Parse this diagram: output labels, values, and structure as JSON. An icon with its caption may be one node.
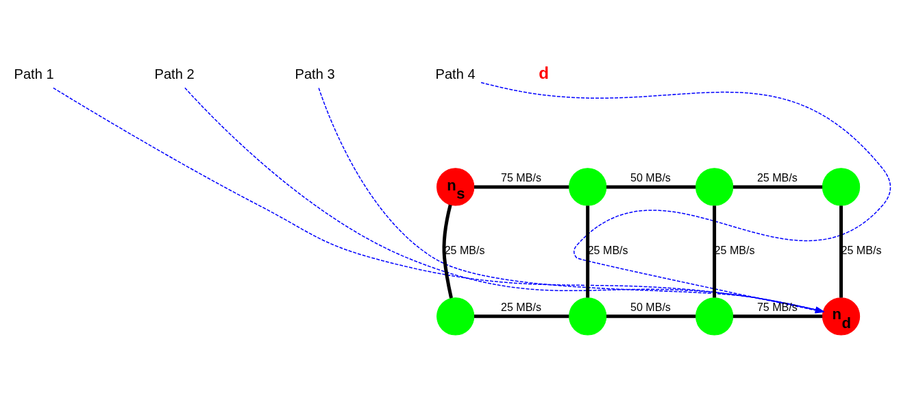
{
  "diagram": {
    "nodes": [
      {
        "text": [
          "n$_{s}$"
        ]
      },
      {
        "text": [],
        "shape": "circle"
      },
      {
        "text": [],
        "shape": "circle"
      },
      {
        "text": [],
        "shape": "circle"
      },
      {
        "text": [],
        "shape": "circle"
      },
      {
        "text": [],
        "shape": "circle"
      },
      {
        "text": [],
        "shape": "circle"
      },
      {
        "text": [
          "n$_{d}$"
        ]
      },
      {
        "text": [
          "Path 1"
        ]
      },
      {
        "text": [
          "Path 2"
        ]
      },
      {
        "text": [
          "Path 3"
        ]
      },
      {
        "text": [
          "Path 4"
        ]
      }
    ],
    "edges": [
      {
        "from": 0,
        "to": 1,
        "arrow": "none",
        "label": "75 MB/s"
      },
      {
        "from": 1,
        "to": 2,
        "arrow": "none",
        "label": "50 MB/s"
      },
      {
        "from": 2,
        "to": 3,
        "arrow": "none",
        "label": "25 MB/s"
      },
      {
        "from": 0,
        "to": 4,
        "arrow": "none",
        "label": "25 MB/s"
      },
      {
        "from": 1,
        "to": 5,
        "arrow": "none",
        "label": "25 MB/s"
      },
      {
        "from": 2,
        "to": 6,
        "arrow": "none",
        "label": "25 MB/s"
      },
      {
        "from": 3,
        "to": 7,
        "arrow": "none",
        "label": "25 MB/s"
      },
      {
        "from": 4,
        "to": 5,
        "arrow": "none",
        "label": "25 MB/s"
      },
      {
        "from": 5,
        "to": 6,
        "arrow": "none",
        "label": "50 MB/s"
      },
      {
        "from": 6,
        "to": 7,
        "arrow": "none",
        "label": "75 MB/s"
      },
      {
        "from": 8,
        "to": 7,
        "arrow": "to",
        "style": "dashed",
        "color": "#0000ff"
      },
      {
        "from": 9,
        "to": 7,
        "arrow": "to",
        "style": "dashed",
        "color": "#0000ff"
      },
      {
        "from": 10,
        "to": 7,
        "arrow": "to",
        "style": "dashed",
        "color": "#0000ff"
      },
      {
        "from": 11,
        "to": 7,
        "arrow": "to",
        "style": "dashed",
        "color": "#0000ff"
      }
    ],
    "labels": [
      "d"
    ]
  }
}
